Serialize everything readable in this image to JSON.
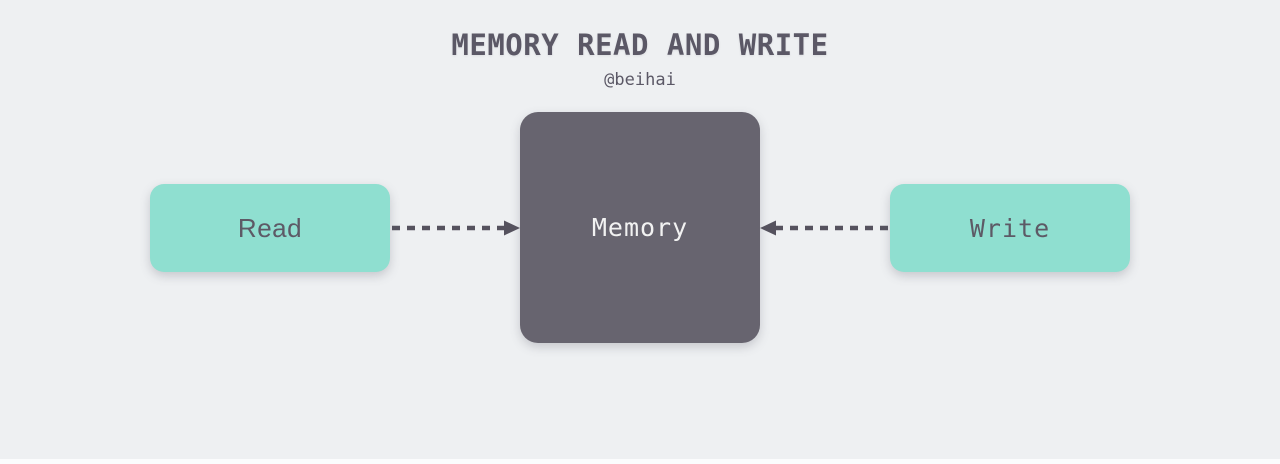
{
  "header": {
    "title": "MEMORY READ AND WRITE",
    "subtitle": "@beihai"
  },
  "diagram": {
    "type": "block-diagram",
    "nodes": [
      {
        "id": "read",
        "label": "Read",
        "shape": "rounded-rect",
        "fill": "#8fdfd0",
        "text_color": "#5d5a66",
        "position": "left"
      },
      {
        "id": "memory",
        "label": "Memory",
        "shape": "rounded-rect",
        "fill": "#67646f",
        "text_color": "#f2f2f2",
        "position": "center"
      },
      {
        "id": "write",
        "label": "Write",
        "shape": "rounded-rect",
        "fill": "#8fdfd0",
        "text_color": "#5d5a66",
        "position": "right"
      }
    ],
    "edges": [
      {
        "from": "read",
        "to": "memory",
        "style": "dashed",
        "arrowhead": "triangle",
        "direction": "right"
      },
      {
        "from": "write",
        "to": "memory",
        "style": "dashed",
        "arrowhead": "triangle",
        "direction": "left"
      }
    ]
  },
  "colors": {
    "background": "#eef0f2",
    "node_dark": "#67646f",
    "node_mint": "#8fdfd0",
    "text_gray": "#5b5866",
    "memory_text": "#f2f2f2",
    "arrow": "#55525e"
  }
}
